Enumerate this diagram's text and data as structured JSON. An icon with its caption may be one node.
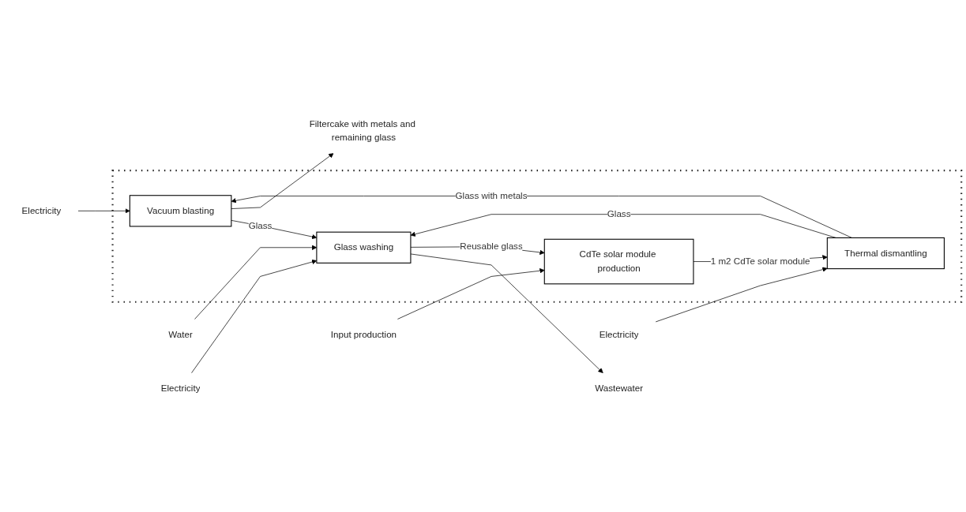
{
  "diagram": {
    "nodes": [
      {
        "text": [],
        "shape": "box"
      },
      {
        "text": [
          "Filtercake with metals and remaining glass"
        ]
      },
      {
        "text": [
          "Electricity"
        ]
      },
      {
        "text": [
          "Vacuum blasting"
        ],
        "in": 0
      },
      {
        "text": [
          "CdTe solar module production"
        ],
        "in": 0
      },
      {
        "text": [
          "Thermal dismantling"
        ],
        "in": 0
      },
      {
        "text": [
          "Glass washing"
        ],
        "in": 0
      },
      {
        "text": [
          "Wastewater"
        ]
      },
      {
        "text": [
          "Water"
        ]
      },
      {
        "text": [
          "Electricity"
        ]
      },
      {
        "text": [
          "Input production"
        ]
      },
      {
        "text": [
          "Electricity"
        ]
      }
    ],
    "edges": [
      {
        "from": 4,
        "to": 5,
        "label": "1 m2 CdTe solar module",
        "arrow": "to"
      },
      {
        "from": 5,
        "to": 6,
        "label": "Glass",
        "arrow": "to"
      },
      {
        "from": 5,
        "to": 3,
        "label": "Glass with metals",
        "arrow": "to"
      },
      {
        "from": 3,
        "to": 6,
        "label": "Glass",
        "arrow": "to"
      },
      {
        "from": 3,
        "to": 1,
        "arrow": "to"
      },
      {
        "from": 2,
        "to": 3,
        "arrow": "to"
      },
      {
        "from": 6,
        "to": 7,
        "arrow": "to"
      },
      {
        "from": 8,
        "to": 6,
        "arrow": "to"
      },
      {
        "from": 9,
        "to": 6,
        "arrow": "to"
      },
      {
        "from": 6,
        "to": 4,
        "label": "Reusable glass",
        "arrow": "to"
      },
      {
        "from": 10,
        "to": 4,
        "arrow": "to"
      },
      {
        "from": 11,
        "to": 5,
        "arrow": "to"
      }
    ]
  }
}
